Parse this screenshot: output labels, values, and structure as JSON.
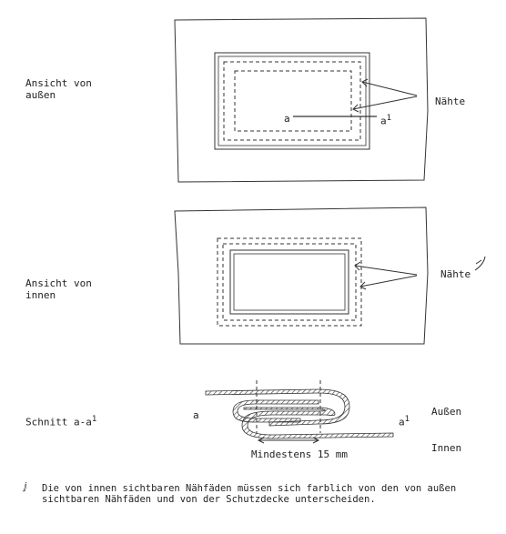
{
  "outside": {
    "label_line1": "Ansicht von",
    "label_line2": "außen",
    "seams_label": "Nähte",
    "point_a": "a",
    "point_a1": "a",
    "point_a1_sup": "1"
  },
  "inside": {
    "label_line1": "Ansicht von",
    "label_line2": "innen",
    "seams_label": "Nähte"
  },
  "section": {
    "label": "Schnitt a-a",
    "label_sup": "1",
    "left_mark": "a",
    "right_mark": "a",
    "right_mark_sup": "1",
    "outside_label": "Außen",
    "inside_label": "Innen",
    "dimension_label": "Mindestens 15 mm"
  },
  "footnote": {
    "marker": "ⅉ",
    "line1": "Die von innen sichtbaren Nähfäden müssen sich farblich von den von außen",
    "line2": "sichtbaren Nähfäden und von der Schutzdecke unterscheiden."
  },
  "colors": {
    "ink": "#222222",
    "hatch": "#555555"
  }
}
